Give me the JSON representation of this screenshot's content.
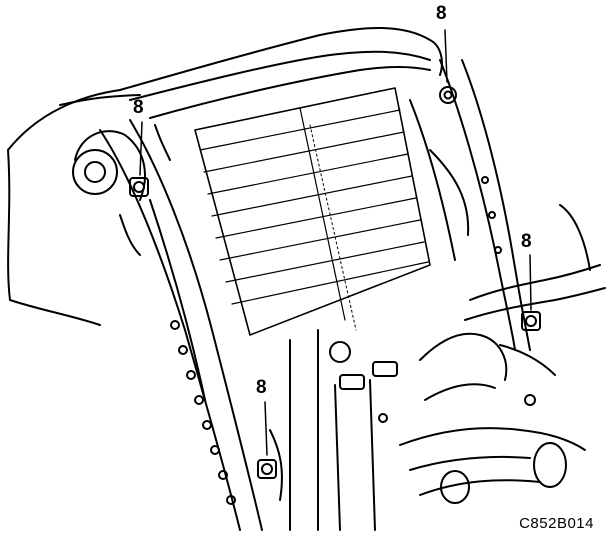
{
  "figure": {
    "code": "C852B014",
    "callouts": [
      {
        "id": "callout-top",
        "label": "8"
      },
      {
        "id": "callout-left",
        "label": "8"
      },
      {
        "id": "callout-right",
        "label": "8"
      },
      {
        "id": "callout-bottom",
        "label": "8"
      }
    ]
  },
  "colors": {
    "ink": "#000000",
    "paper": "#ffffff"
  }
}
